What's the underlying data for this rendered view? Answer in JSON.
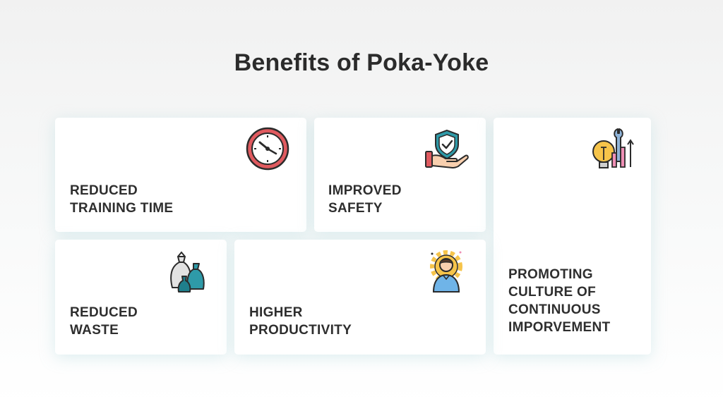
{
  "title": "Benefits of Poka-Yoke",
  "cards": [
    {
      "lines": [
        "REDUCED",
        "TRAINING TIME"
      ],
      "icon": "clock-icon"
    },
    {
      "lines": [
        "IMPROVED",
        "SAFETY"
      ],
      "icon": "safety-shield-hand-icon"
    },
    {
      "lines": [
        "PROMOTING",
        "CULTURE OF",
        "CONTINUOUS",
        "IMPORVEMENT"
      ],
      "icon": "idea-tools-growth-icon"
    },
    {
      "lines": [
        "REDUCED",
        "WASTE"
      ],
      "icon": "waste-bags-icon"
    },
    {
      "lines": [
        "HIGHER",
        "PRODUCTIVITY"
      ],
      "icon": "worker-gear-icon"
    }
  ],
  "colors": {
    "title": "#2b2b2b",
    "label": "#2e2e2e",
    "accent_red": "#e05a5f",
    "accent_teal": "#2e9aa8",
    "accent_yellow": "#f6c44a",
    "accent_pink": "#ef8fb5"
  }
}
